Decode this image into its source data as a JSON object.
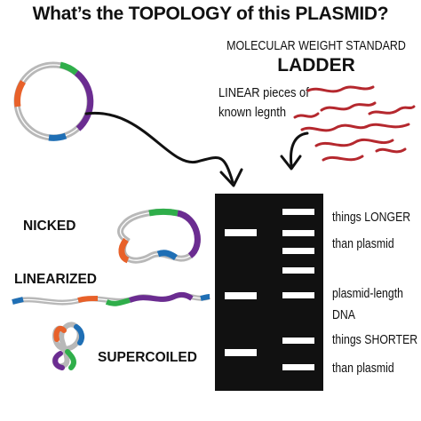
{
  "title": "What’s the TOPOLOGY of this PLASMID?",
  "ladder": {
    "line1": "MOLECULAR WEIGHT STANDARD",
    "line2": "LADDER",
    "desc1": "LINEAR pieces of",
    "desc2": "known legnth"
  },
  "forms": {
    "nicked": "NICKED",
    "linearized": "LINEARIZED",
    "supercoiled": "SUPERCOILED"
  },
  "side_labels": {
    "longer1": "things LONGER",
    "longer2": "than plasmid",
    "plasmid1": "plasmid-length",
    "plasmid2": "DNA",
    "shorter1": "things SHORTER",
    "shorter2": "than plasmid"
  },
  "colors": {
    "gel": "#111111",
    "band": "#ffffff",
    "dna_gray": "#b8b8b8",
    "green": "#2fae4a",
    "purple": "#6b2c91",
    "orange": "#e8612a",
    "blue": "#1f6fb5",
    "ladder_red": "#b5282e"
  }
}
